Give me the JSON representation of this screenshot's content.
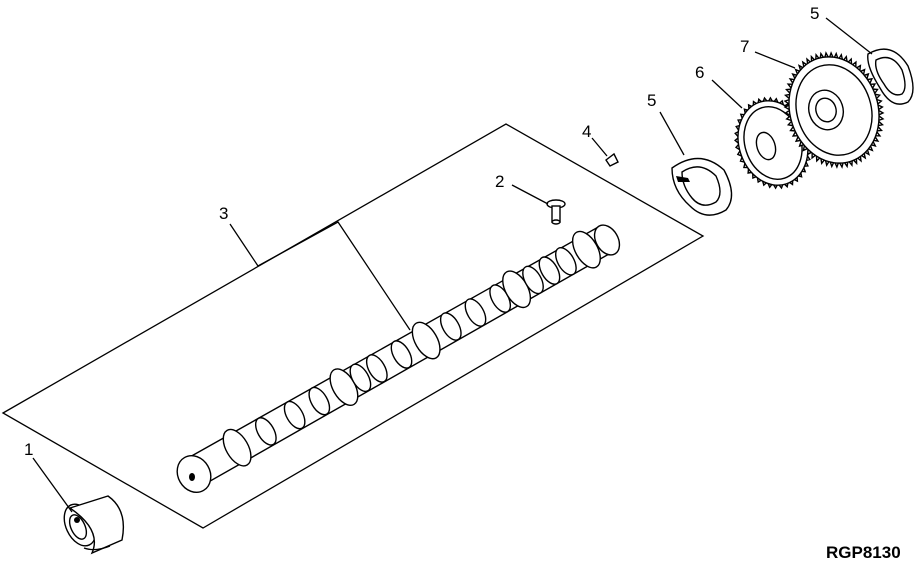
{
  "callouts": [
    {
      "id": "1",
      "label": "1"
    },
    {
      "id": "2",
      "label": "2"
    },
    {
      "id": "3",
      "label": "3"
    },
    {
      "id": "4",
      "label": "4"
    },
    {
      "id": "5a",
      "label": "5"
    },
    {
      "id": "5b",
      "label": "5"
    },
    {
      "id": "6",
      "label": "6"
    },
    {
      "id": "7",
      "label": "7"
    }
  ],
  "figure_code": "RGP8130",
  "colors": {
    "ink": "#000000",
    "paper": "#ffffff"
  }
}
